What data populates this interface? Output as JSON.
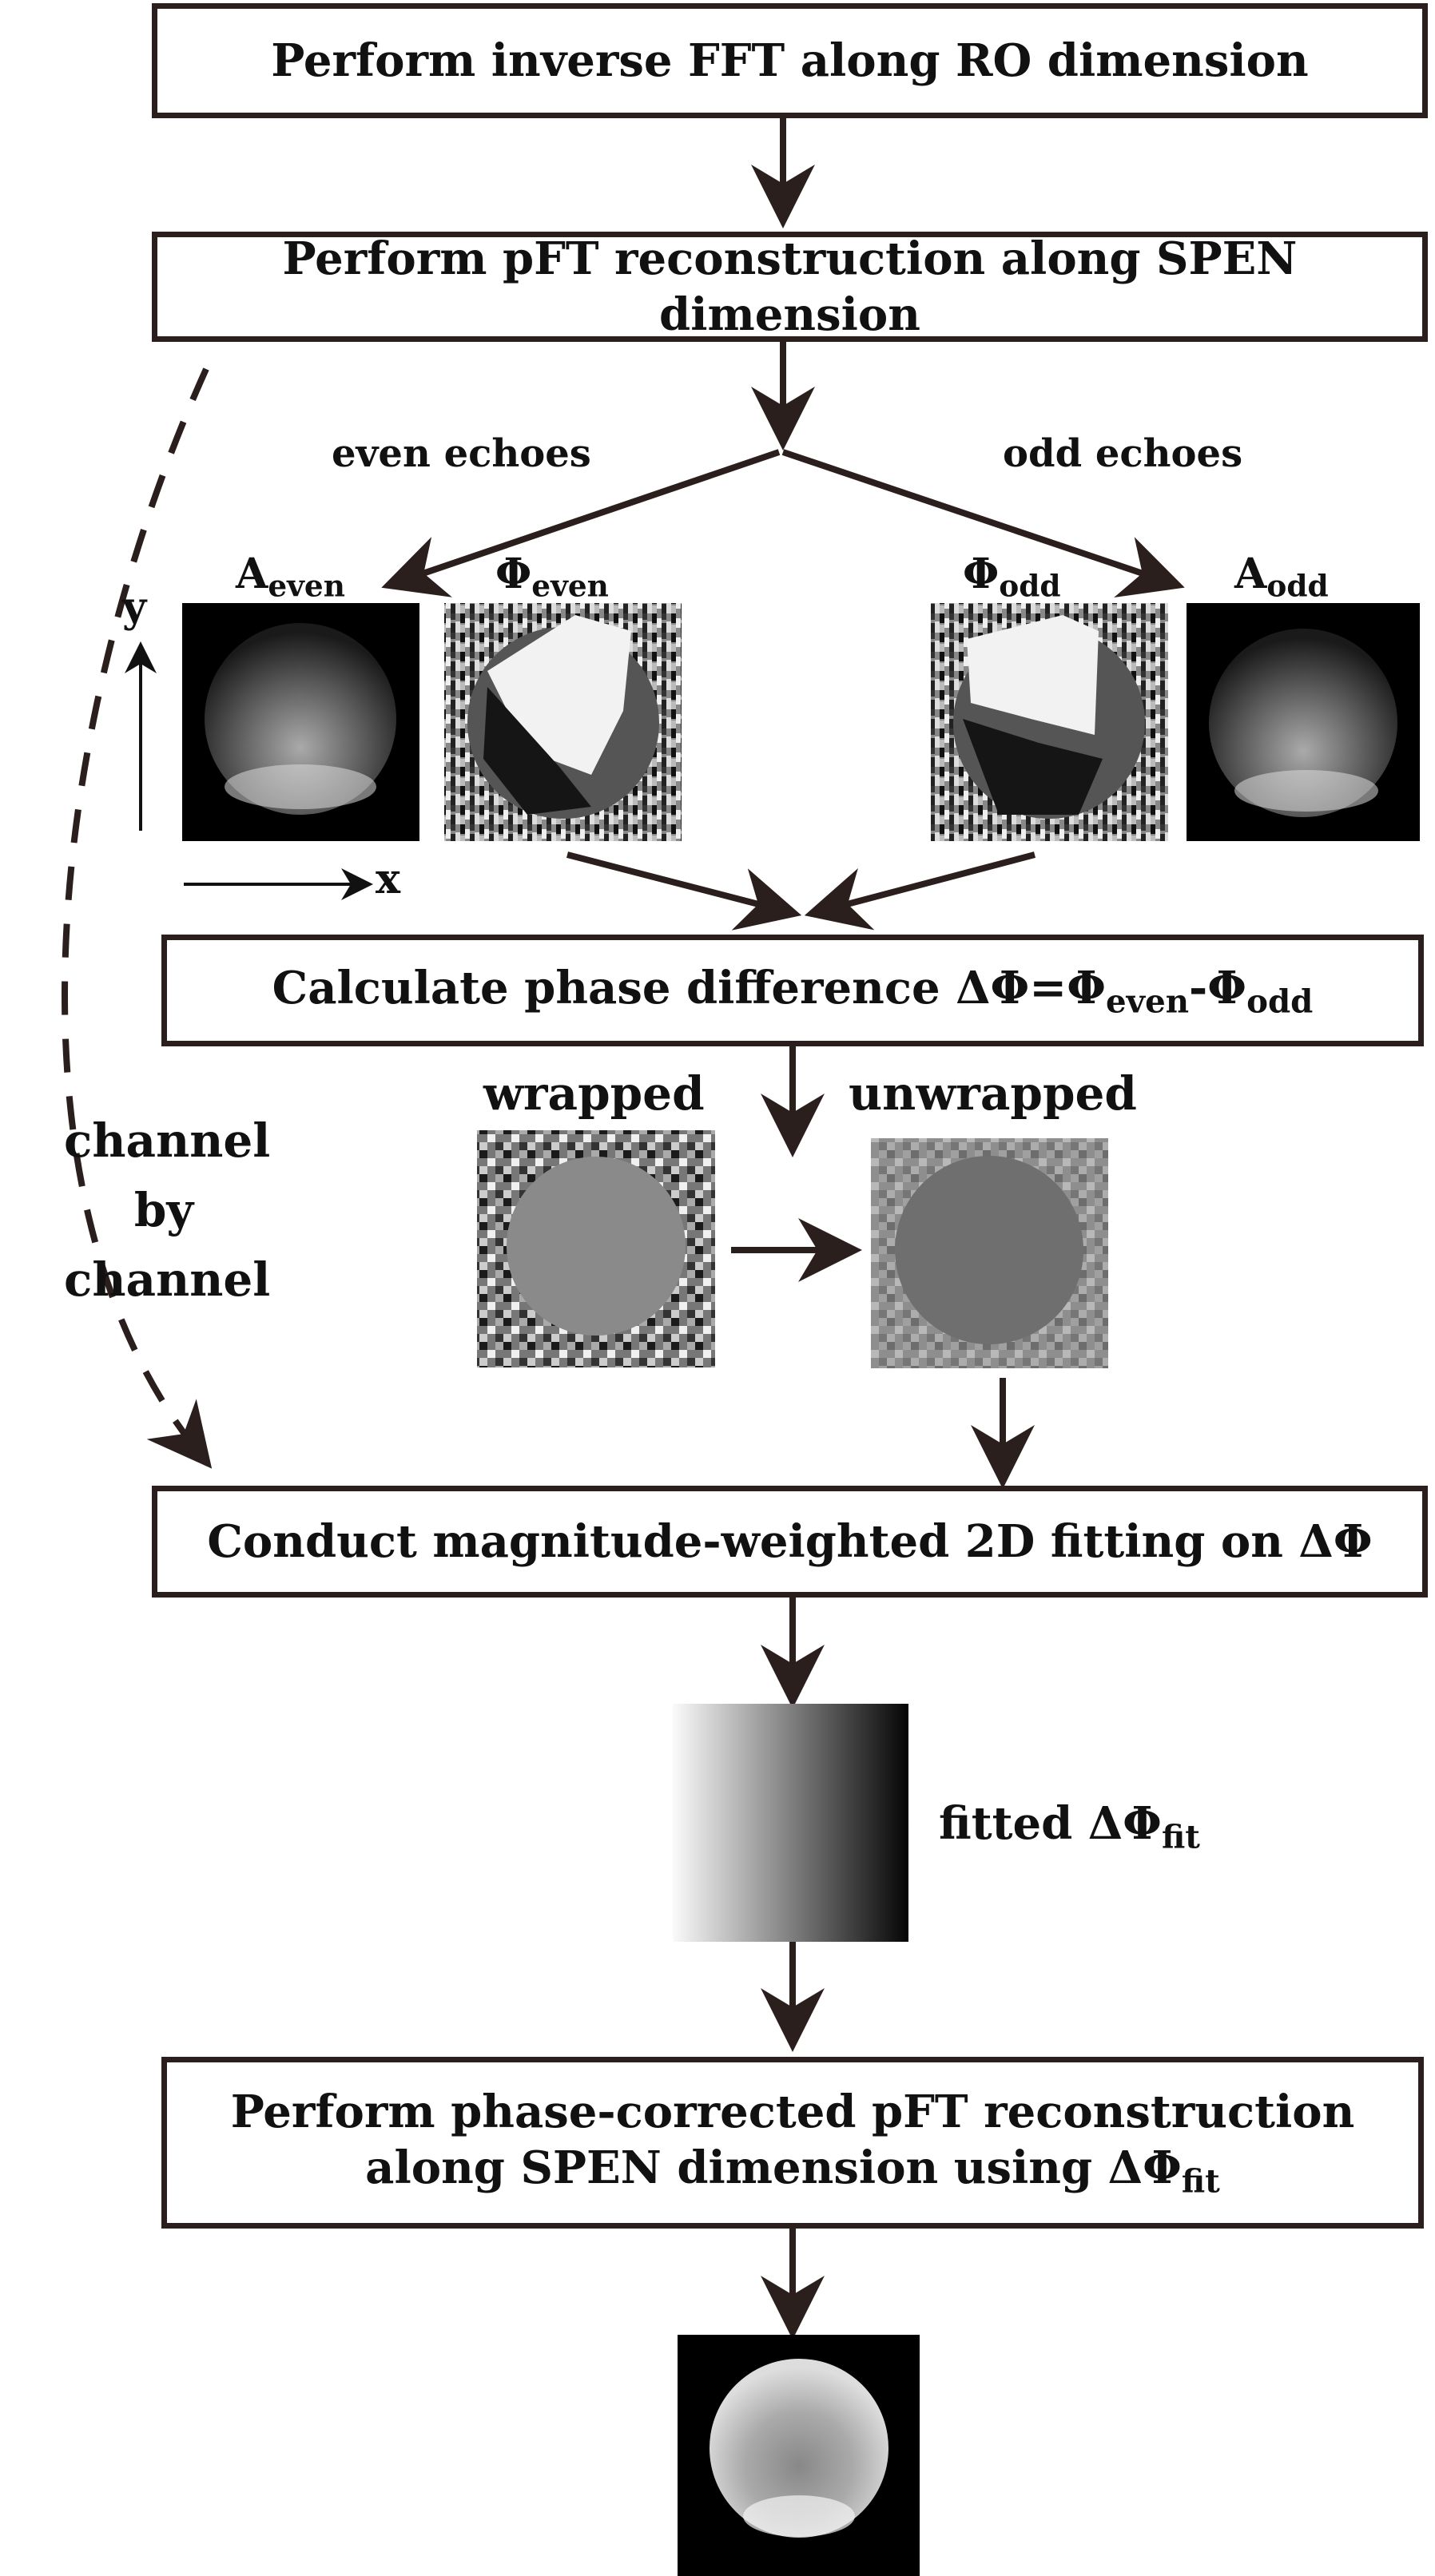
{
  "steps": {
    "step1": "Perform inverse FFT along RO dimension",
    "step2": "Perform pFT reconstruction along SPEN dimension",
    "step3_prefix": "Calculate phase difference  ΔΦ=Φ",
    "step3_even": "even",
    "step3_mid": "-Φ",
    "step3_odd": "odd",
    "step4": "Conduct magnitude-weighted 2D fitting on ΔΦ",
    "step5_line1": "Perform phase-corrected pFT reconstruction",
    "step5_line2_prefix": "along SPEN dimension using ΔΦ",
    "step5_line2_sub": "fit"
  },
  "branches": {
    "even": "even echoes",
    "odd": "odd echoes"
  },
  "images": {
    "a_even_main": "A",
    "a_even_sub": "even",
    "phi_even_main": "Φ",
    "phi_even_sub": "even",
    "phi_odd_main": "Φ",
    "phi_odd_sub": "odd",
    "a_odd_main": "A",
    "a_odd_sub": "odd",
    "wrapped": "wrapped",
    "unwrapped": "unwrapped",
    "fitted_prefix": "fitted ΔΦ",
    "fitted_sub": "fit"
  },
  "axes": {
    "x": "x",
    "y": "y"
  },
  "side_note": {
    "line1": "channel",
    "line2": "by",
    "line3": "channel"
  },
  "colors": {
    "stroke": "#2a1f1c"
  }
}
